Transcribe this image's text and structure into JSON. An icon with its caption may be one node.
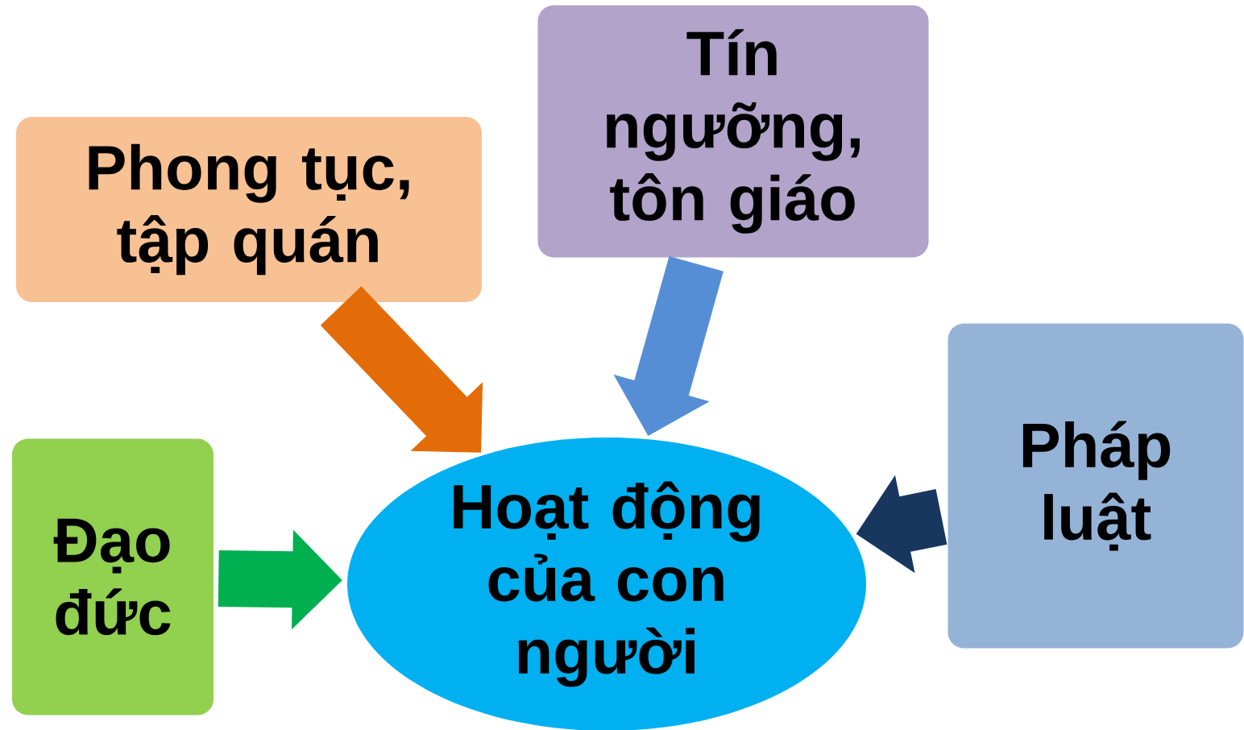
{
  "diagram": {
    "nodes": [
      {
        "text": [
          "Phong tục, tập quán"
        ]
      },
      {
        "text": [
          "Tín ngưỡng, tôn giáo"
        ]
      },
      {
        "text": [
          "Đạo đức"
        ]
      },
      {
        "text": [
          "Hoạt động của con người"
        ]
      },
      {
        "text": [
          "Pháp luật"
        ]
      }
    ],
    "edges": [
      {
        "from": 0,
        "to": 3,
        "arrow": "to",
        "color": "#e36c09"
      },
      {
        "from": 1,
        "to": 3,
        "arrow": "to",
        "color": "#558ed5"
      },
      {
        "from": 2,
        "to": 3,
        "arrow": "to",
        "color": "#00b050"
      },
      {
        "from": 4,
        "to": 3,
        "arrow": "to",
        "color": "#17375e"
      }
    ]
  }
}
